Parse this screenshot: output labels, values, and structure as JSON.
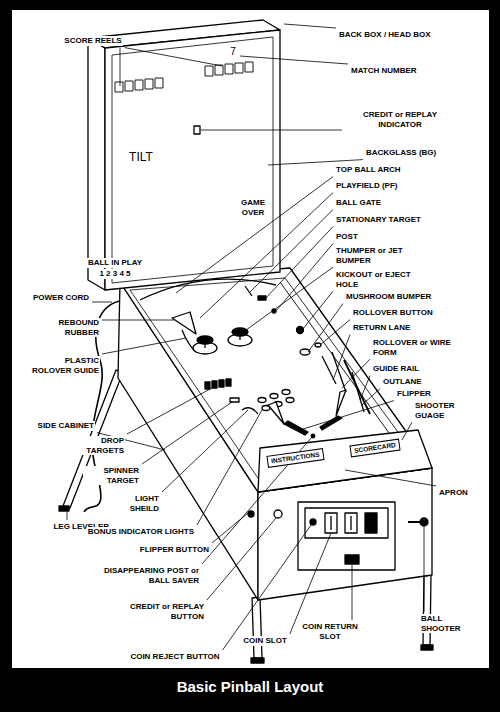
{
  "diagram": {
    "caption": "Basic Pinball Layout",
    "nodes": [
      {
        "text": [
          "INSTRUCTIONS"
        ]
      },
      {
        "text": [
          "SCORECARD"
        ]
      }
    ],
    "labels": [
      "SCORE REELS",
      "BACK BOX / HEAD BOX",
      "7",
      "MATCH NUMBER",
      "CREDIT or REPLAY INDICATOR",
      "TILT",
      "BACKGLASS (BG)",
      "TOP BALL ARCH",
      "PLAYFIELD (PF)",
      "GAME OVER",
      "BALL GATE",
      "STATIONARY TARGET",
      "POST",
      "BALL IN PLAY",
      "1 2 3 4 5",
      "THUMPER or JET BUMPER",
      "KICKOUT or EJECT HOLE",
      "POWER CORD",
      "MUSHROOM BUMPER",
      "REBOUND RUBBER",
      "ROLLOVER BUTTON",
      "RETURN LANE",
      "ROLLOVER or WIRE FORM",
      "PLASTIC ROLOVER GUIDE",
      "GUIDE RAIL",
      "OUTLANE",
      "FLIPPER",
      "SHOOTER GUAGE",
      "SIDE CABINET",
      "DROP TARGETS",
      "SPINNER TARGET",
      "APRON",
      "LIGHT SHEILD",
      "LEG LEVELER",
      "BONUS INDICATOR LIGHTS",
      "FLIPPER BUTTON",
      "DISAPPEARING POST or BALL SAVER",
      "CREDIT or REPLAY BUTTON",
      "BALL SHOOTER",
      "COIN RETURN SLOT",
      "COIN SLOT",
      "COIN REJECT BUTTON"
    ]
  }
}
